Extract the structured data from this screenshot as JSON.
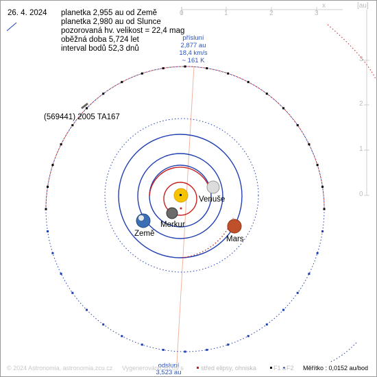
{
  "header": {
    "date": "26. 4. 2024",
    "lines": [
      "planetka 2,955 au od Země",
      "planetka 2,980 au od Slunce",
      "pozorovaná hv. velikost = 22,4 mag",
      "oběžná doba 5,724 let",
      "interval bodů 52,3 dnů"
    ]
  },
  "axis": {
    "unit": "[au]",
    "x_symbol": "x",
    "x_ticks": [
      "0",
      "1",
      "2",
      "3"
    ],
    "y_ticks": [
      "3",
      "2",
      "1",
      "0"
    ]
  },
  "asteroid": {
    "name": "(569441) 2005 TA167"
  },
  "perihelion": {
    "lines": [
      "přísluní",
      "2,877 au",
      "18,4 km/s",
      "~ 161 K"
    ]
  },
  "aphelion": {
    "lines": [
      "odsluní",
      "3,523 au"
    ]
  },
  "planets": [
    {
      "name": "Venuše",
      "color": "#dcdcdc"
    },
    {
      "name": "Merkur",
      "color": "#6b6b6b"
    },
    {
      "name": "Země",
      "color": "#3c6fb4"
    },
    {
      "name": "Mars",
      "color": "#c0502a"
    }
  ],
  "colors": {
    "orbit_blue": "#1f3fb0",
    "orbit_red": "#c81e1e",
    "apsis_line": "#f2b49a",
    "sun": "#f4c400"
  },
  "footer": {
    "copyright": "© 2024 Astronomia, astronomia.zcu.cz",
    "generated": "Vygenerováno 20:09 s",
    "legend_center": "střed elipsy, ohniska",
    "legend_f1": "F1 a",
    "legend_f2": "F2",
    "scale": "Měřítko : 0,0152 au/bod"
  }
}
